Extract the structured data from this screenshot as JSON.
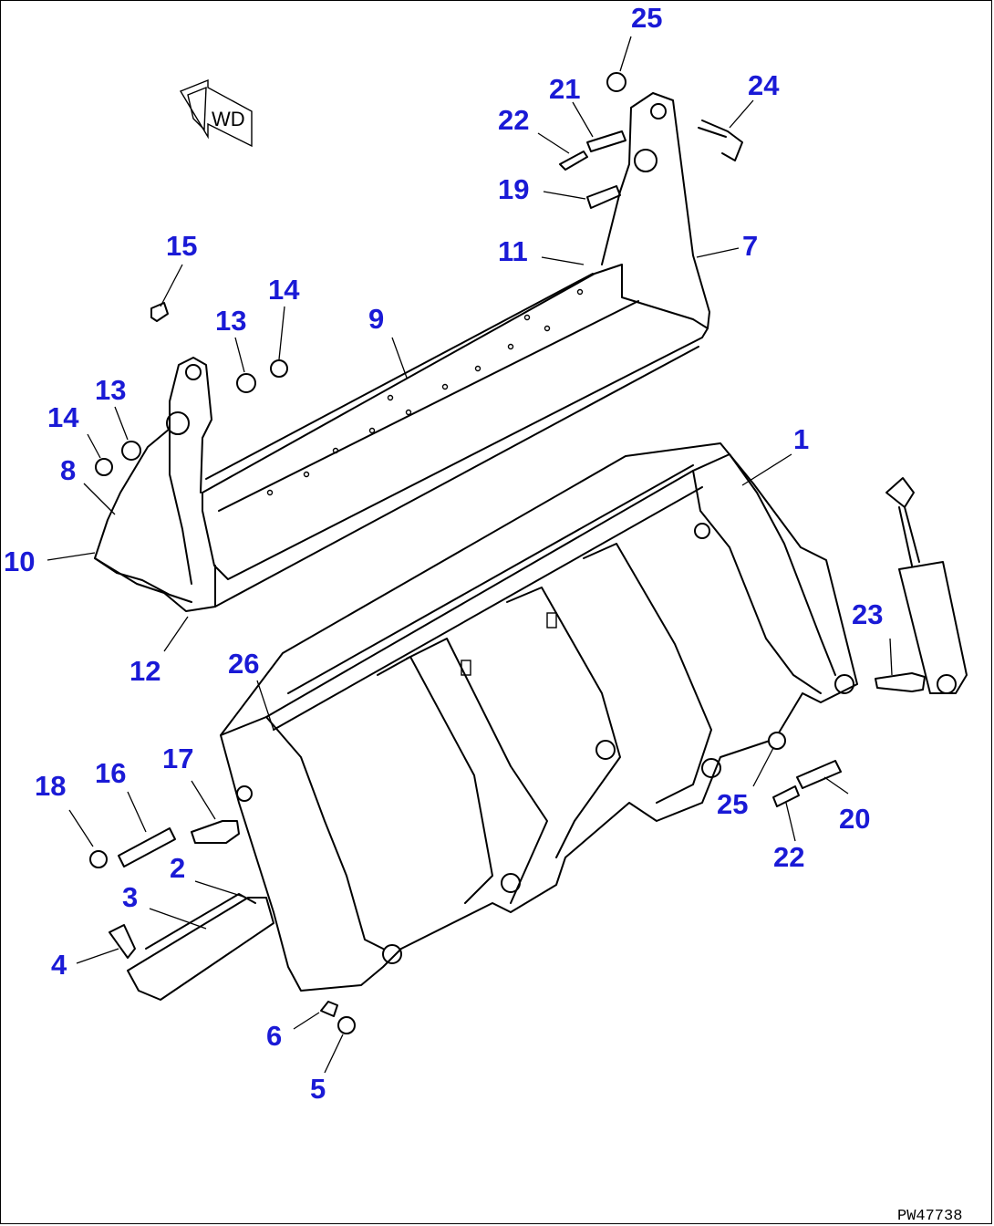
{
  "direction_arrow": {
    "label": "WD"
  },
  "drawing_number": "PW47738",
  "callouts": [
    {
      "id": "c25a",
      "label": "25"
    },
    {
      "id": "c21",
      "label": "21"
    },
    {
      "id": "c24",
      "label": "24"
    },
    {
      "id": "c22a",
      "label": "22"
    },
    {
      "id": "c19",
      "label": "19"
    },
    {
      "id": "c11",
      "label": "11"
    },
    {
      "id": "c7",
      "label": "7"
    },
    {
      "id": "c15",
      "label": "15"
    },
    {
      "id": "c14a",
      "label": "14"
    },
    {
      "id": "c13a",
      "label": "13"
    },
    {
      "id": "c9",
      "label": "9"
    },
    {
      "id": "c13b",
      "label": "13"
    },
    {
      "id": "c14b",
      "label": "14"
    },
    {
      "id": "c8",
      "label": "8"
    },
    {
      "id": "c10",
      "label": "10"
    },
    {
      "id": "c12",
      "label": "12"
    },
    {
      "id": "c1",
      "label": "1"
    },
    {
      "id": "c23",
      "label": "23"
    },
    {
      "id": "c26",
      "label": "26"
    },
    {
      "id": "c17",
      "label": "17"
    },
    {
      "id": "c16",
      "label": "16"
    },
    {
      "id": "c18",
      "label": "18"
    },
    {
      "id": "c25b",
      "label": "25"
    },
    {
      "id": "c20",
      "label": "20"
    },
    {
      "id": "c22b",
      "label": "22"
    },
    {
      "id": "c2",
      "label": "2"
    },
    {
      "id": "c3",
      "label": "3"
    },
    {
      "id": "c4",
      "label": "4"
    },
    {
      "id": "c6",
      "label": "6"
    },
    {
      "id": "c5",
      "label": "5"
    }
  ]
}
